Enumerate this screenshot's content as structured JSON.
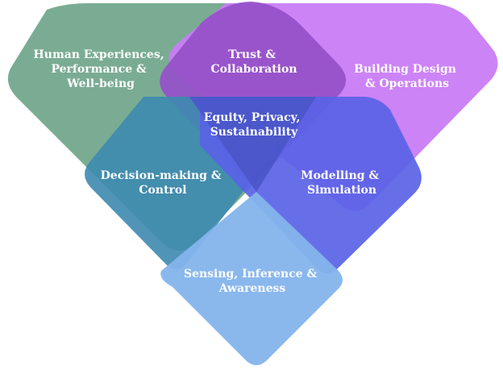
{
  "diagram": {
    "shapes": [
      {
        "id": "human",
        "color": "#6fa58a"
      },
      {
        "id": "building",
        "color": "#c96ef2"
      },
      {
        "id": "trust",
        "color": "#9b4fd1"
      },
      {
        "id": "decision",
        "color": "#4a8fb3"
      },
      {
        "id": "modelling",
        "color": "#5a66e0"
      },
      {
        "id": "sensing",
        "color": "#7fb0e8"
      }
    ],
    "labels": {
      "human": [
        "Human Experiences,",
        "Performance &",
        "Well-being"
      ],
      "trust": [
        "Trust &",
        "Collaboration"
      ],
      "building": [
        "Building Design",
        "& Operations"
      ],
      "equity": [
        "Equity, Privacy,",
        "Sustainability"
      ],
      "decision": [
        "Decision-making &",
        "Control"
      ],
      "modelling": [
        "Modelling &",
        "Simulation"
      ],
      "sensing": [
        "Sensing, Inference &",
        "Awareness"
      ]
    }
  }
}
